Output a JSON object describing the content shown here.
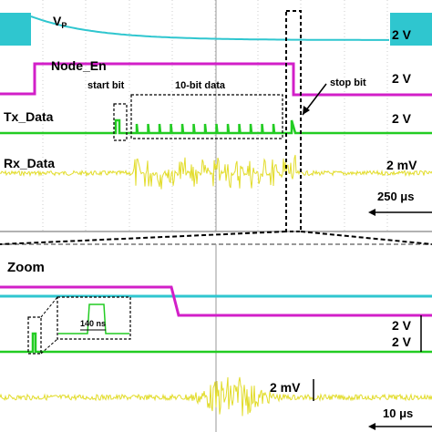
{
  "top_panel": {
    "traces": {
      "vp": "V",
      "vp_sub": "P",
      "node_en": "Node_En",
      "tx_data": "Tx_Data",
      "rx_data": "Rx_Data"
    },
    "annotations": {
      "start_bit": "start bit",
      "data_bits": "10-bit data",
      "stop_bit": "stop bit"
    },
    "scales": {
      "vp": "2 V",
      "node_en": "2 V",
      "tx_data": "2 V",
      "rx_data": "2 mV",
      "time": "250 μs"
    }
  },
  "bottom_panel": {
    "title": "Zoom",
    "inset_label": "140 ns",
    "scales": {
      "node_en": "2 V",
      "tx_data": "2 V",
      "rx_data": "2 mV",
      "time": "10 μs"
    }
  },
  "colors": {
    "vp": "#2fc6cf",
    "node_en": "#d21fc8",
    "tx_data": "#22cc22",
    "rx_data": "#e2dc2a",
    "grid": "#aaaaaa"
  }
}
